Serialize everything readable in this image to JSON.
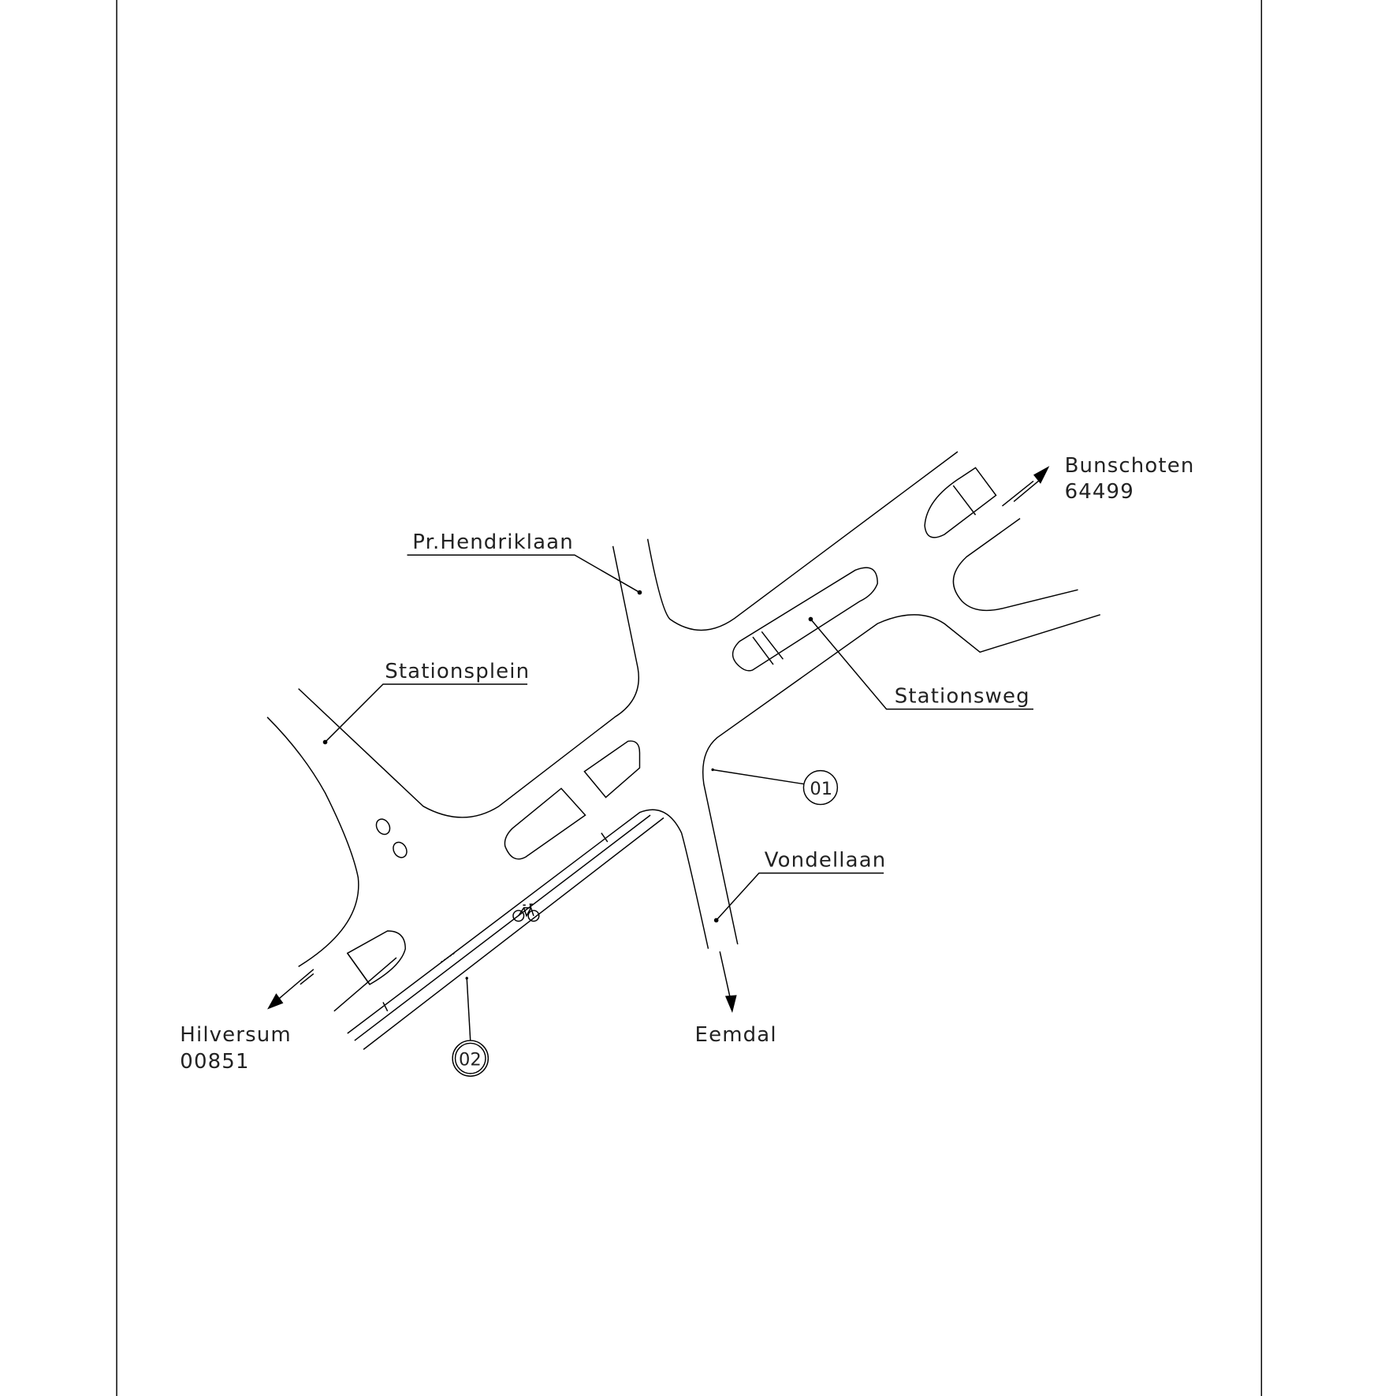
{
  "labels": {
    "street_hendriklaan": "Pr.Hendriklaan",
    "street_stationsplein": "Stationsplein",
    "street_stationsweg": "Stationsweg",
    "street_vondellaan": "Vondellaan",
    "dest_bunschoten": "Bunschoten",
    "dest_bunschoten_code": "64499",
    "dest_hilversum": "Hilversum",
    "dest_hilversum_code": "00851",
    "dest_eemdal": "Eemdal",
    "marker_01": "01",
    "marker_02": "02"
  },
  "icons": [
    "bicycle-icon",
    "arrow-icon"
  ]
}
